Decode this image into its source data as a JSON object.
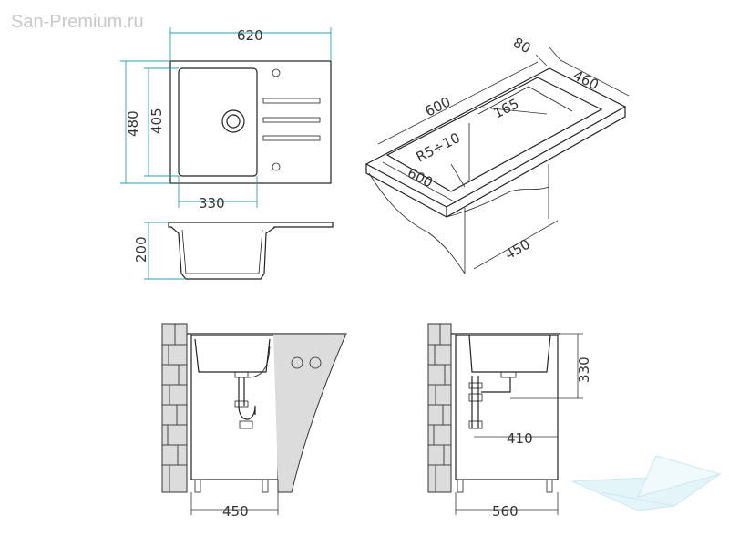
{
  "watermark": "San-Premium.ru",
  "top_view": {
    "width": "620",
    "height": "480",
    "bowl_height": "405",
    "bowl_width": "330"
  },
  "side_view": {
    "depth": "200"
  },
  "iso_view": {
    "dim_80": "80",
    "dim_460": "460",
    "dim_600_top": "600",
    "dim_165": "165",
    "radius": "R5÷10",
    "dim_600_front": "600",
    "dim_450": "450"
  },
  "front_install": {
    "cabinet_width": "450"
  },
  "side_install": {
    "height": "330",
    "drain_offset": "410",
    "cabinet_depth": "560"
  },
  "colors": {
    "technical_dim": "#2a8f9c",
    "line": "#222222",
    "wall": "#dcdcdc",
    "logo": "#9fd6e8"
  },
  "logo_icon": "sink-logo-icon"
}
